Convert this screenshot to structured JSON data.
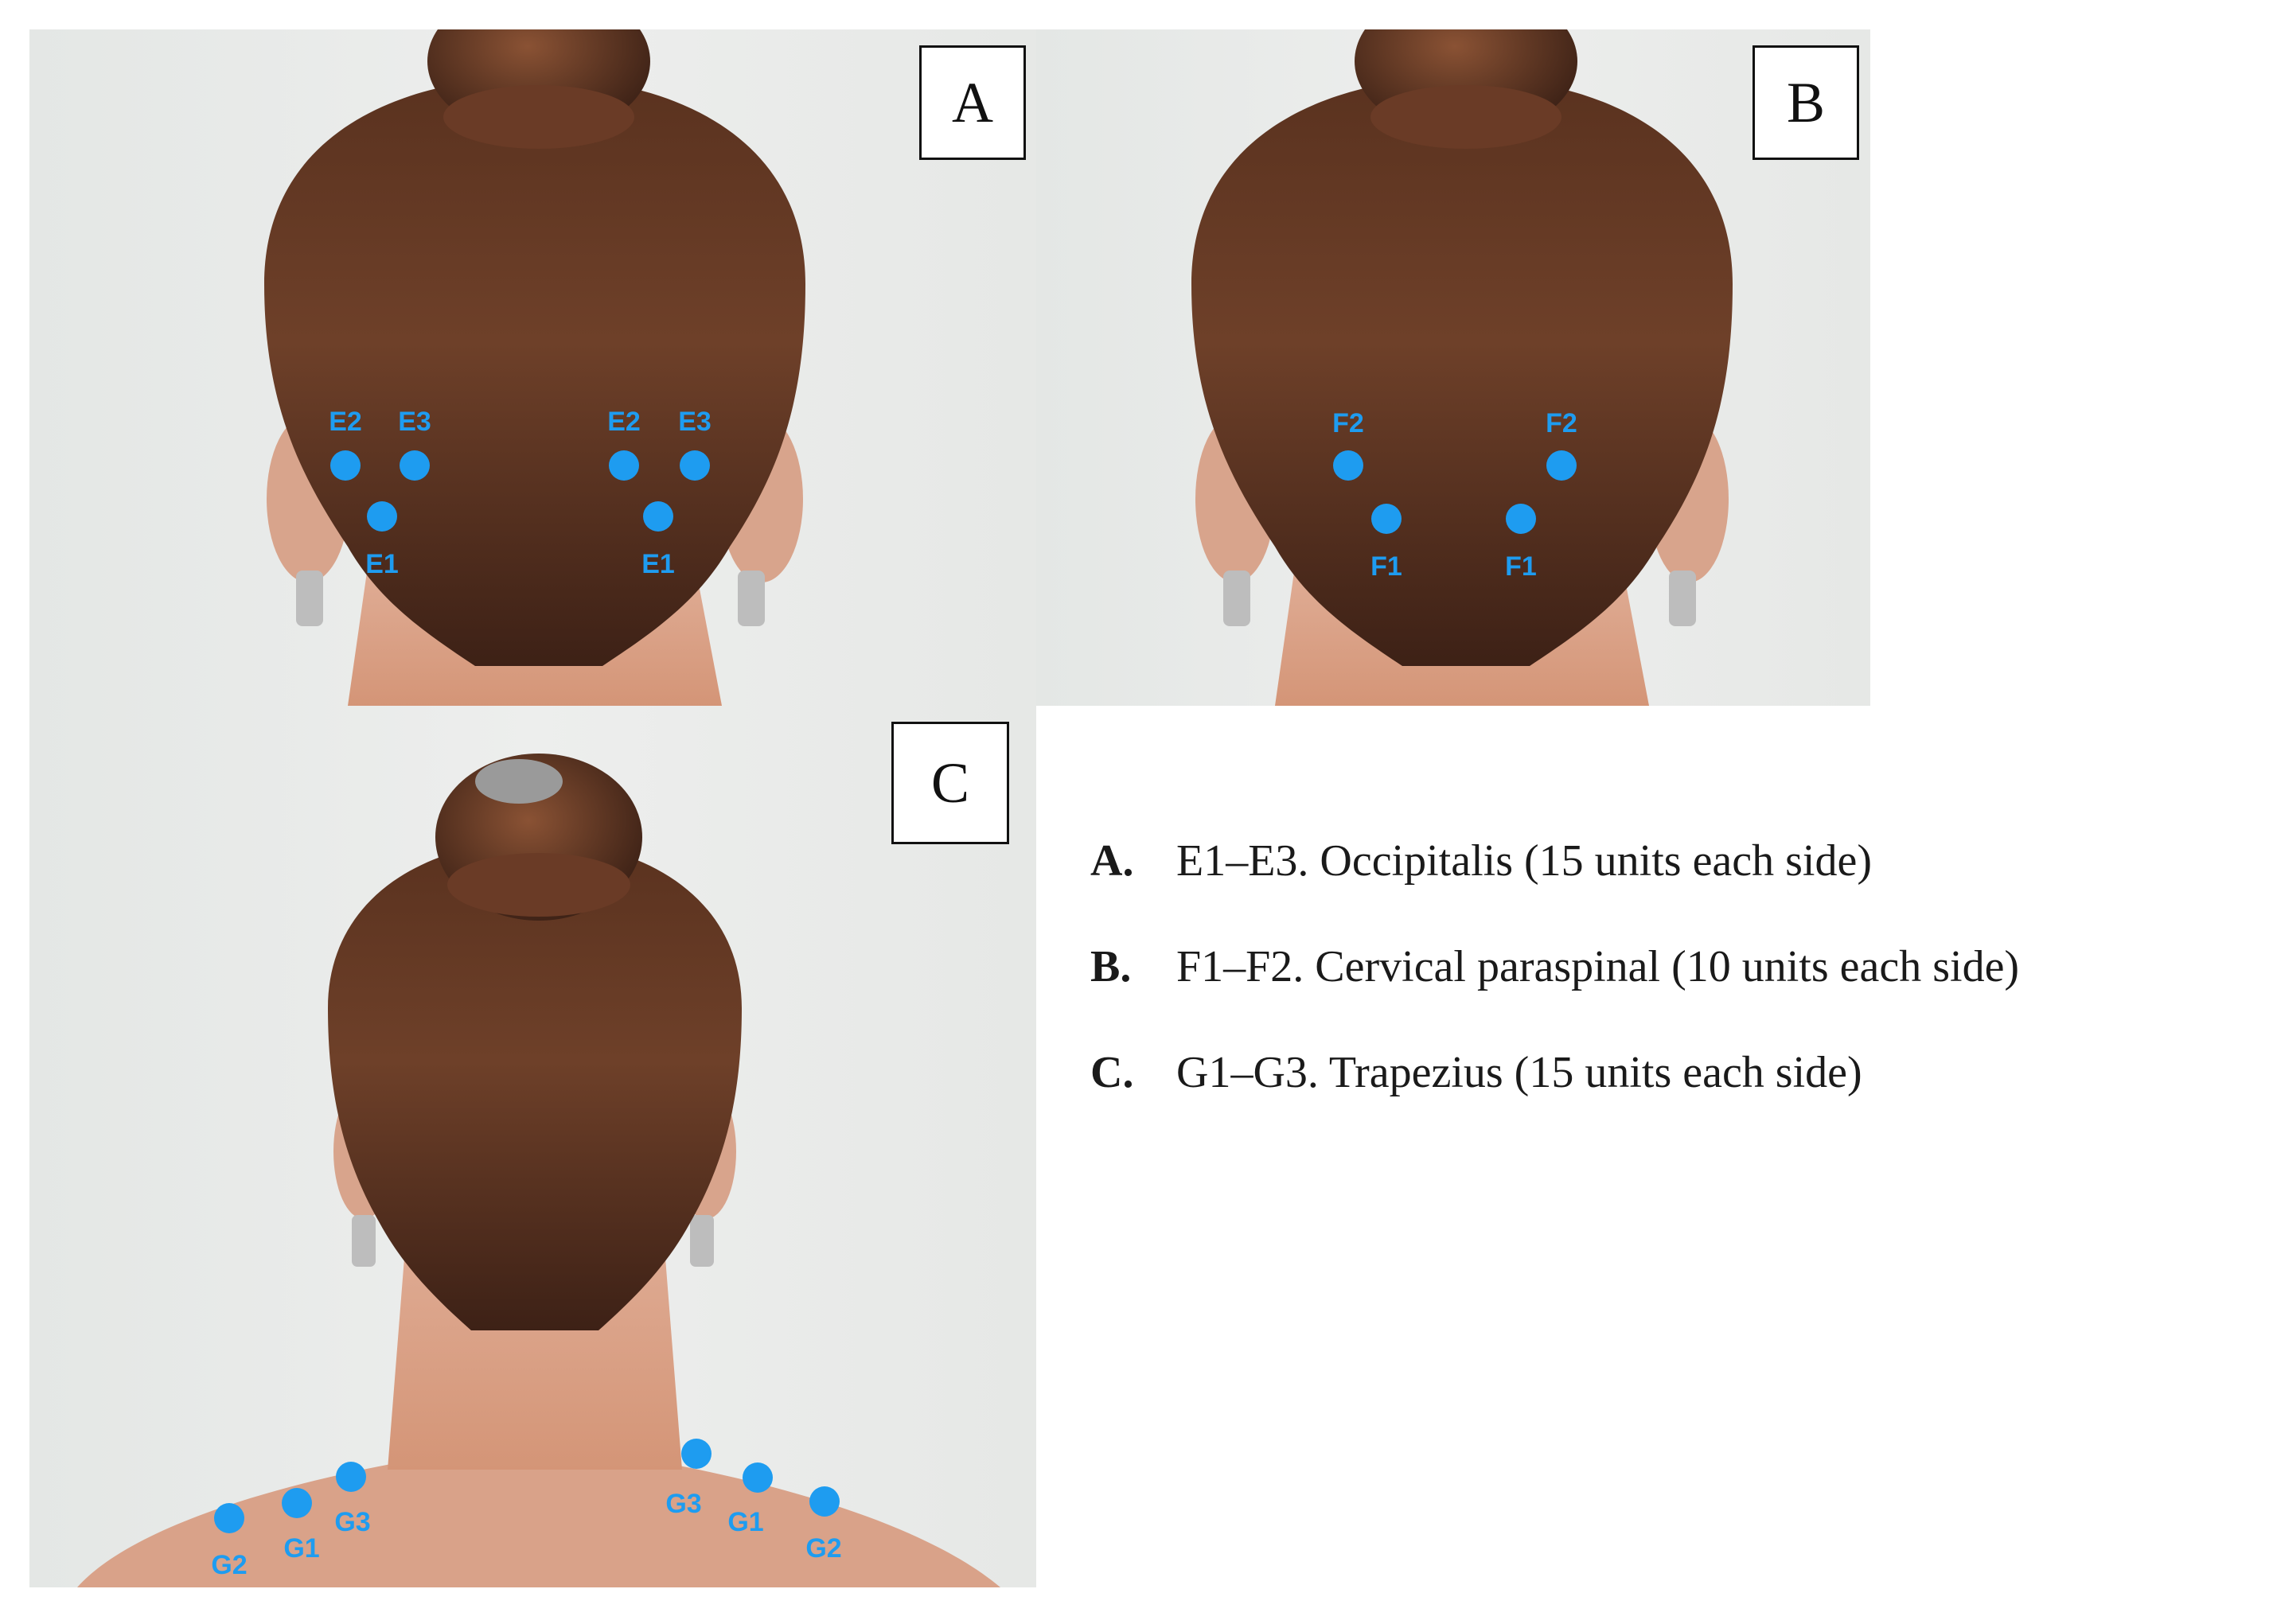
{
  "panels": {
    "a": {
      "letter": "A",
      "markers": [
        {
          "label": "E2",
          "side": "left"
        },
        {
          "label": "E3",
          "side": "left"
        },
        {
          "label": "E1",
          "side": "left"
        },
        {
          "label": "E2",
          "side": "right"
        },
        {
          "label": "E3",
          "side": "right"
        },
        {
          "label": "E1",
          "side": "right"
        }
      ]
    },
    "b": {
      "letter": "B",
      "markers": [
        {
          "label": "F2",
          "side": "left"
        },
        {
          "label": "F1",
          "side": "left"
        },
        {
          "label": "F2",
          "side": "right"
        },
        {
          "label": "F1",
          "side": "right"
        }
      ]
    },
    "c": {
      "letter": "C",
      "markers": [
        {
          "label": "G2",
          "side": "left"
        },
        {
          "label": "G1",
          "side": "left"
        },
        {
          "label": "G3",
          "side": "left"
        },
        {
          "label": "G3",
          "side": "right"
        },
        {
          "label": "G1",
          "side": "right"
        },
        {
          "label": "G2",
          "side": "right"
        }
      ]
    }
  },
  "legend": [
    {
      "key": "A.",
      "text": "E1–E3. Occipitalis (15 units each side)"
    },
    {
      "key": "B.",
      "text": "F1–F2. Cervical paraspinal (10 units each side)"
    },
    {
      "key": "C.",
      "text": "G1–G3. Trapezius (15 units each side)"
    }
  ],
  "colors": {
    "marker": "#1e9cf0",
    "background": "#e9ebe9",
    "hair_dark": "#3f2317",
    "hair_mid": "#6a3d2a",
    "skin": "#d9a289"
  }
}
